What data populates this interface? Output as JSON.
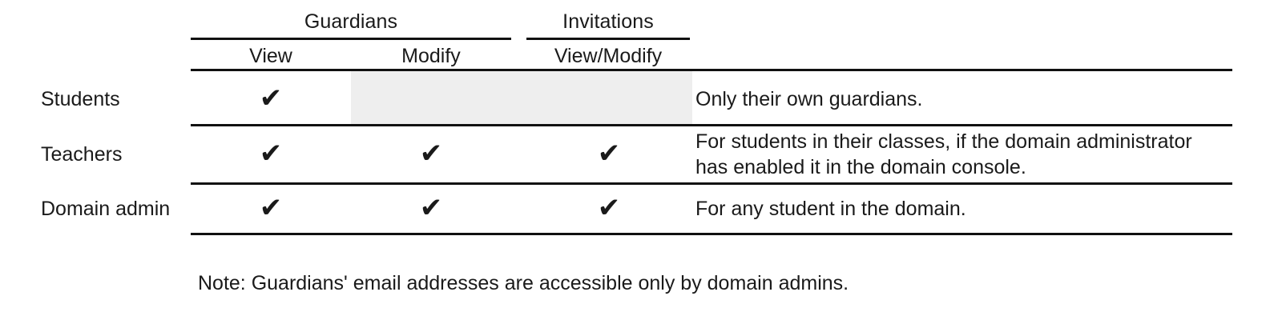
{
  "table": {
    "column_groups": [
      {
        "label": "Guardians"
      },
      {
        "label": "Invitations"
      }
    ],
    "sub_headers": [
      {
        "label": "View"
      },
      {
        "label": "Modify"
      },
      {
        "label": "View/Modify"
      }
    ],
    "rows": [
      {
        "label": "Students",
        "guardians_view": "✔",
        "guardians_modify": "",
        "invitations": "",
        "note": "Only their own guardians."
      },
      {
        "label": "Teachers",
        "guardians_view": "✔",
        "guardians_modify": "✔",
        "invitations": "✔",
        "note": "For students in their classes, if the domain administrator has enabled it in the domain console."
      },
      {
        "label": "Domain admin",
        "guardians_view": "✔",
        "guardians_modify": "✔",
        "invitations": "✔",
        "note": "For any student in the domain."
      }
    ]
  },
  "footnote": {
    "text": "Note: Guardians' email addresses are accessible only by domain admins."
  },
  "colors": {
    "text": "#1a1a1a",
    "rule": "#111111",
    "disabled_cell": "#eeeeee",
    "background": "#ffffff"
  }
}
